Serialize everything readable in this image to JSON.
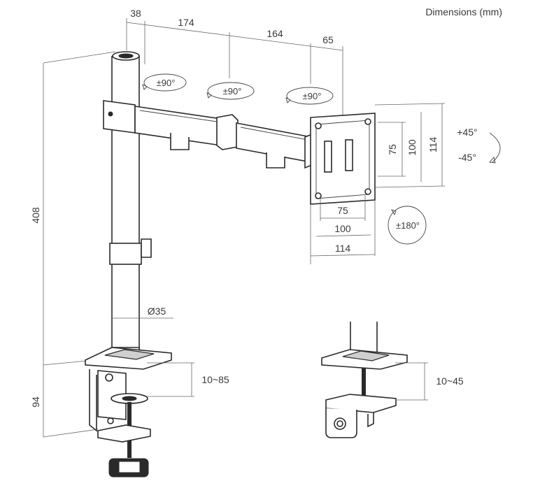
{
  "title": "Dimensions (mm)",
  "arm_dimensions": {
    "d1": "38",
    "d2": "174",
    "d3": "164",
    "d4": "65"
  },
  "height_dimensions": {
    "pole": "408",
    "clamp": "94"
  },
  "pole_diameter": "Ø35",
  "rotations": {
    "r1": "±90°",
    "r2": "±90°",
    "r3": "±90°",
    "swivel": "±180°"
  },
  "tilt": {
    "up": "+45°",
    "down": "-45°"
  },
  "vesa": {
    "horizontal": [
      "75",
      "100",
      "114"
    ],
    "vertical": [
      "75",
      "100",
      "114"
    ]
  },
  "clamp_range": {
    "grommet": "10~85",
    "clamp": "10~45"
  }
}
